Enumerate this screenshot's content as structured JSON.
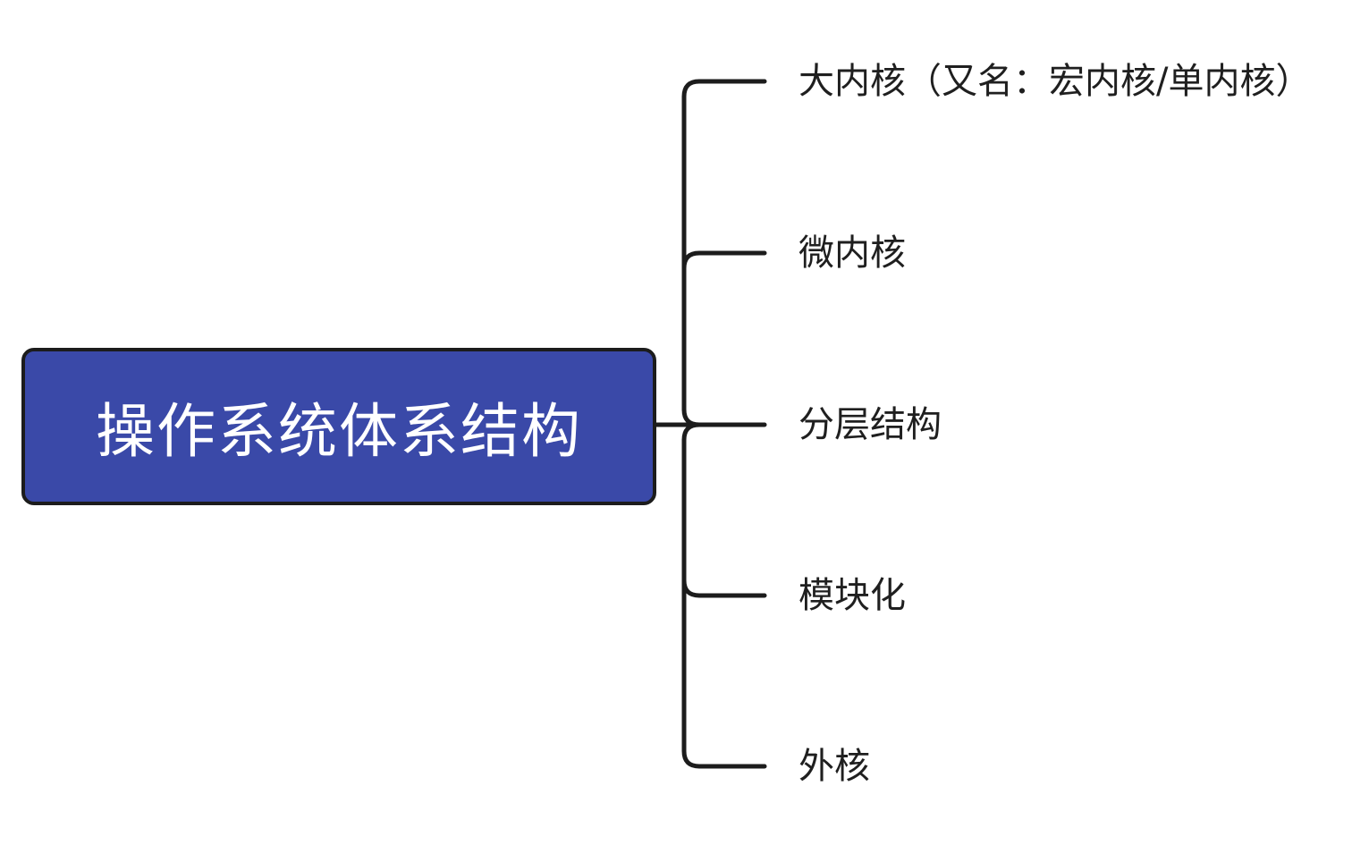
{
  "colors": {
    "root_fill": "#3a49a8",
    "root_border": "#1c1c1c",
    "root_text": "#ffffff",
    "connector": "#1c1c1c",
    "branch_text": "#1f1f1f"
  },
  "root": {
    "label": "操作系统体系结构"
  },
  "branches": [
    {
      "label": "大内核（又名：宏内核/单内核）"
    },
    {
      "label": "微内核"
    },
    {
      "label": "分层结构"
    },
    {
      "label": "模块化"
    },
    {
      "label": "外核"
    }
  ]
}
